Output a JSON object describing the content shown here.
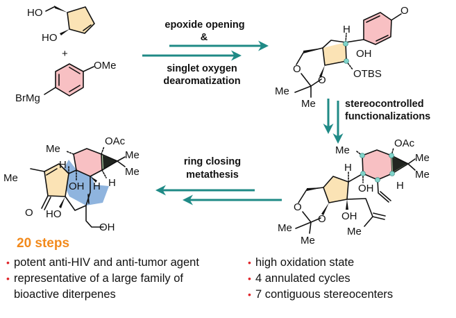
{
  "colors": {
    "arrow": "#1f8a86",
    "cyclopentane_fill": "#fbe3b5",
    "cyclohexane_fill": "#f8c0c3",
    "cycloheptane_fill": "#8fb4de",
    "cyclopropane_fill": "#b9dab0",
    "stereocenter_dot": "#7fd3c9",
    "steps_text": "#f28a1c",
    "bullet_dot": "#e0262b"
  },
  "reagents": {
    "diol_ho_top": "HO",
    "diol_ho_bottom": "HO",
    "plus": "+",
    "aryl_ome": "OMe",
    "aryl_brmg": "BrMg"
  },
  "step1": {
    "line1": "epoxide opening",
    "line2": "&",
    "line3": "singlet oxygen",
    "line4": "dearomatization"
  },
  "intermediate1": {
    "h": "H",
    "o_ketone": "O",
    "oh": "OH",
    "otbs": "OTBS",
    "o1": "O",
    "o2": "O",
    "me1": "Me",
    "me2": "Me"
  },
  "step2": {
    "line1": "stereocontrolled",
    "line2": "functionalizations"
  },
  "intermediate2": {
    "me_top": "Me",
    "oac": "OAc",
    "me_cp1": "Me",
    "me_cp2": "Me",
    "h_cp": "H",
    "h_ring": "H",
    "oh_ring": "OH",
    "oh_cp": "OH",
    "me_allyl": "Me",
    "o1": "O",
    "o2": "O",
    "me1": "Me",
    "me2": "Me"
  },
  "step3": {
    "line1": "ring closing",
    "line2": "metathesis"
  },
  "product": {
    "me_top": "Me",
    "oac": "OAc",
    "me_cp1": "Me",
    "me_cp2": "Me",
    "h_left": "H",
    "oh_center": "OH",
    "h_center": "H",
    "h_right": "H",
    "me_enone": "Me",
    "o_ketone": "O",
    "ho": "HO",
    "ch2oh": "OH"
  },
  "summary": {
    "steps": "20 steps",
    "left_bullets": [
      "potent anti-HIV and anti-tumor agent",
      "representative of a large family of",
      "bioactive diterpenes"
    ],
    "right_bullets": [
      "high oxidation state",
      "4 annulated cycles",
      "7 contiguous stereocenters"
    ],
    "bullet_glyph": "•"
  }
}
